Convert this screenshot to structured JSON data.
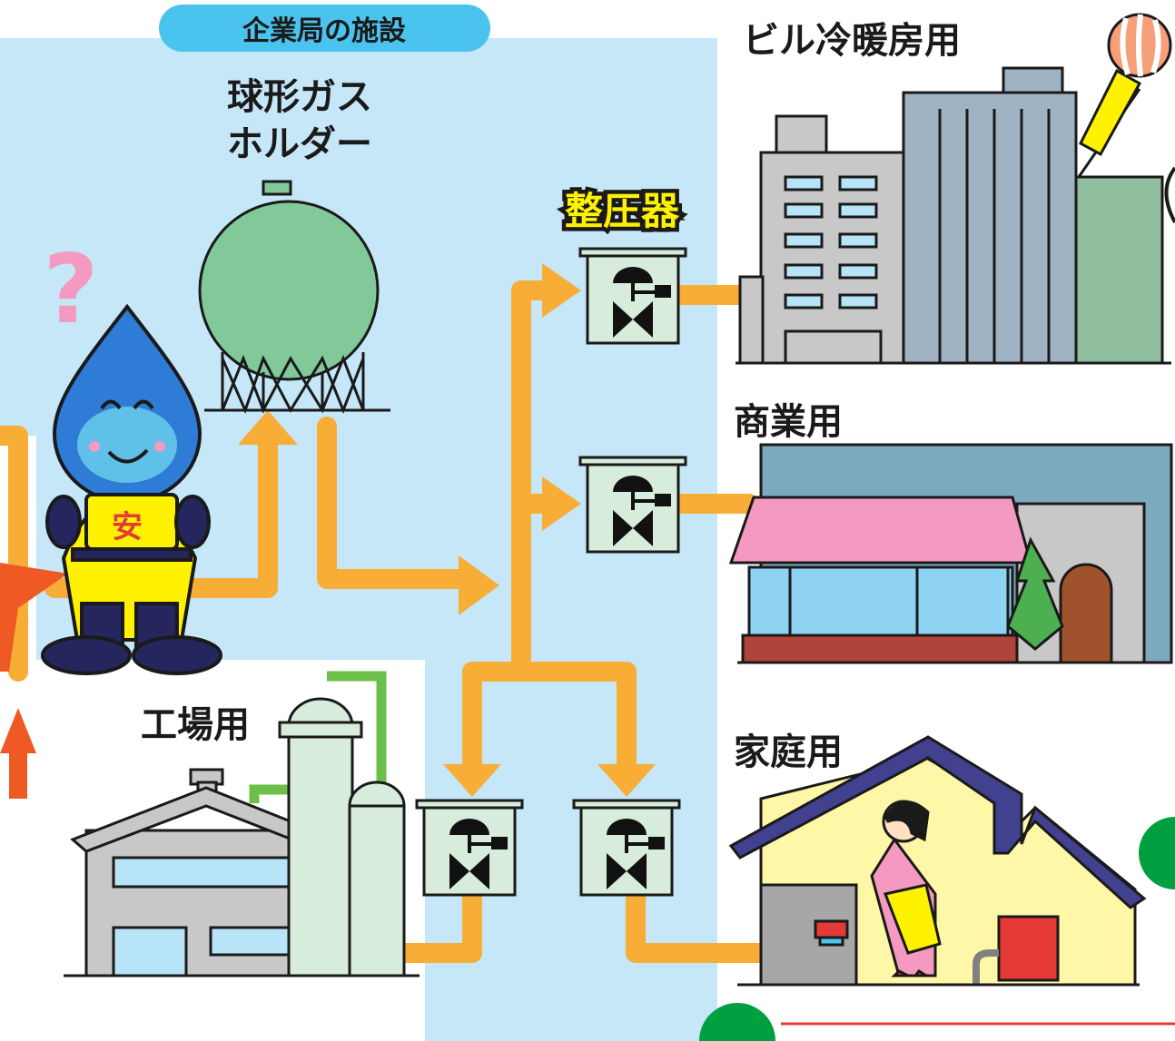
{
  "facility_badge": "企業局の施設",
  "gas_holder": {
    "line1": "球形ガス",
    "line2": "ホルダー"
  },
  "regulator_label": "整圧器",
  "consumers": {
    "building": "ビル冷暖房用",
    "commercial": "商業用",
    "home": "家庭用",
    "factory": "工場用"
  },
  "mascot_badge": "安",
  "question_mark": "?",
  "colors": {
    "facility_area": "#c6e7f7",
    "badge": "#4ac3ee",
    "pipe": "#f8ad37",
    "pipe_orange": "#ef5a24",
    "holder": "#82c99a",
    "regulator": "#d7ecdb",
    "highlight_text": "#fff200"
  }
}
